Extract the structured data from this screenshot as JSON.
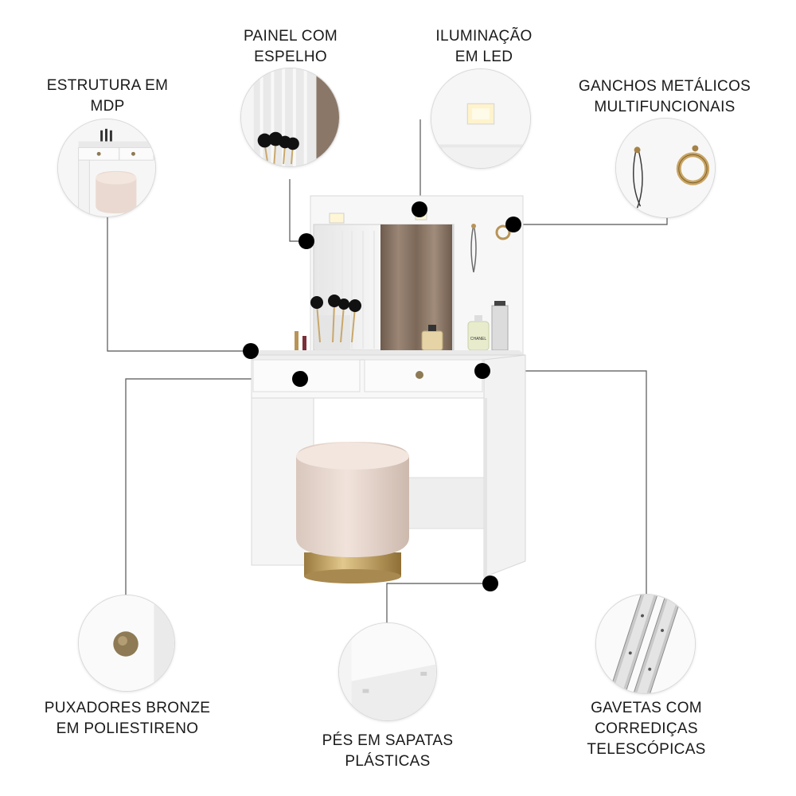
{
  "callouts": {
    "painel": {
      "line1": "PAINEL COM",
      "line2": "ESPELHO"
    },
    "iluminacao": {
      "line1": "ILUMINAÇÃO",
      "line2": "EM LED"
    },
    "estrutura": {
      "line1": "ESTRUTURA EM",
      "line2": "MDP"
    },
    "ganchos": {
      "line1": "GANCHOS METÁLICOS",
      "line2": "MULTIFUNCIONAIS"
    },
    "puxadores": {
      "line1": "PUXADORES BRONZE",
      "line2": "EM POLIESTIRENO"
    },
    "pes": {
      "line1": "PÉS EM SAPATAS",
      "line2": "PLÁSTICAS"
    },
    "gavetas": {
      "line1": "GAVETAS COM",
      "line2": "CORREDIÇAS",
      "line3": "TELESCÓPICAS"
    }
  },
  "perfume_label": "CHANEL",
  "colors": {
    "furniture": "#f4f4f4",
    "pouf": "#eadbd3",
    "bronze": "#b89457",
    "curtain": "#8a7666",
    "dot": "#000000"
  }
}
